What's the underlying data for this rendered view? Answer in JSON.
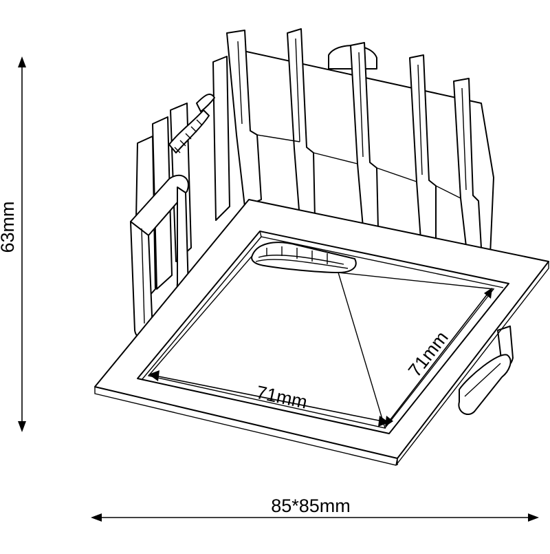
{
  "diagram": {
    "height_label": "63mm",
    "width_label": "85*85mm",
    "inner_front_label": "71mm",
    "inner_side_label": "71mm"
  },
  "colors": {
    "line": "#000000",
    "background": "#ffffff"
  }
}
